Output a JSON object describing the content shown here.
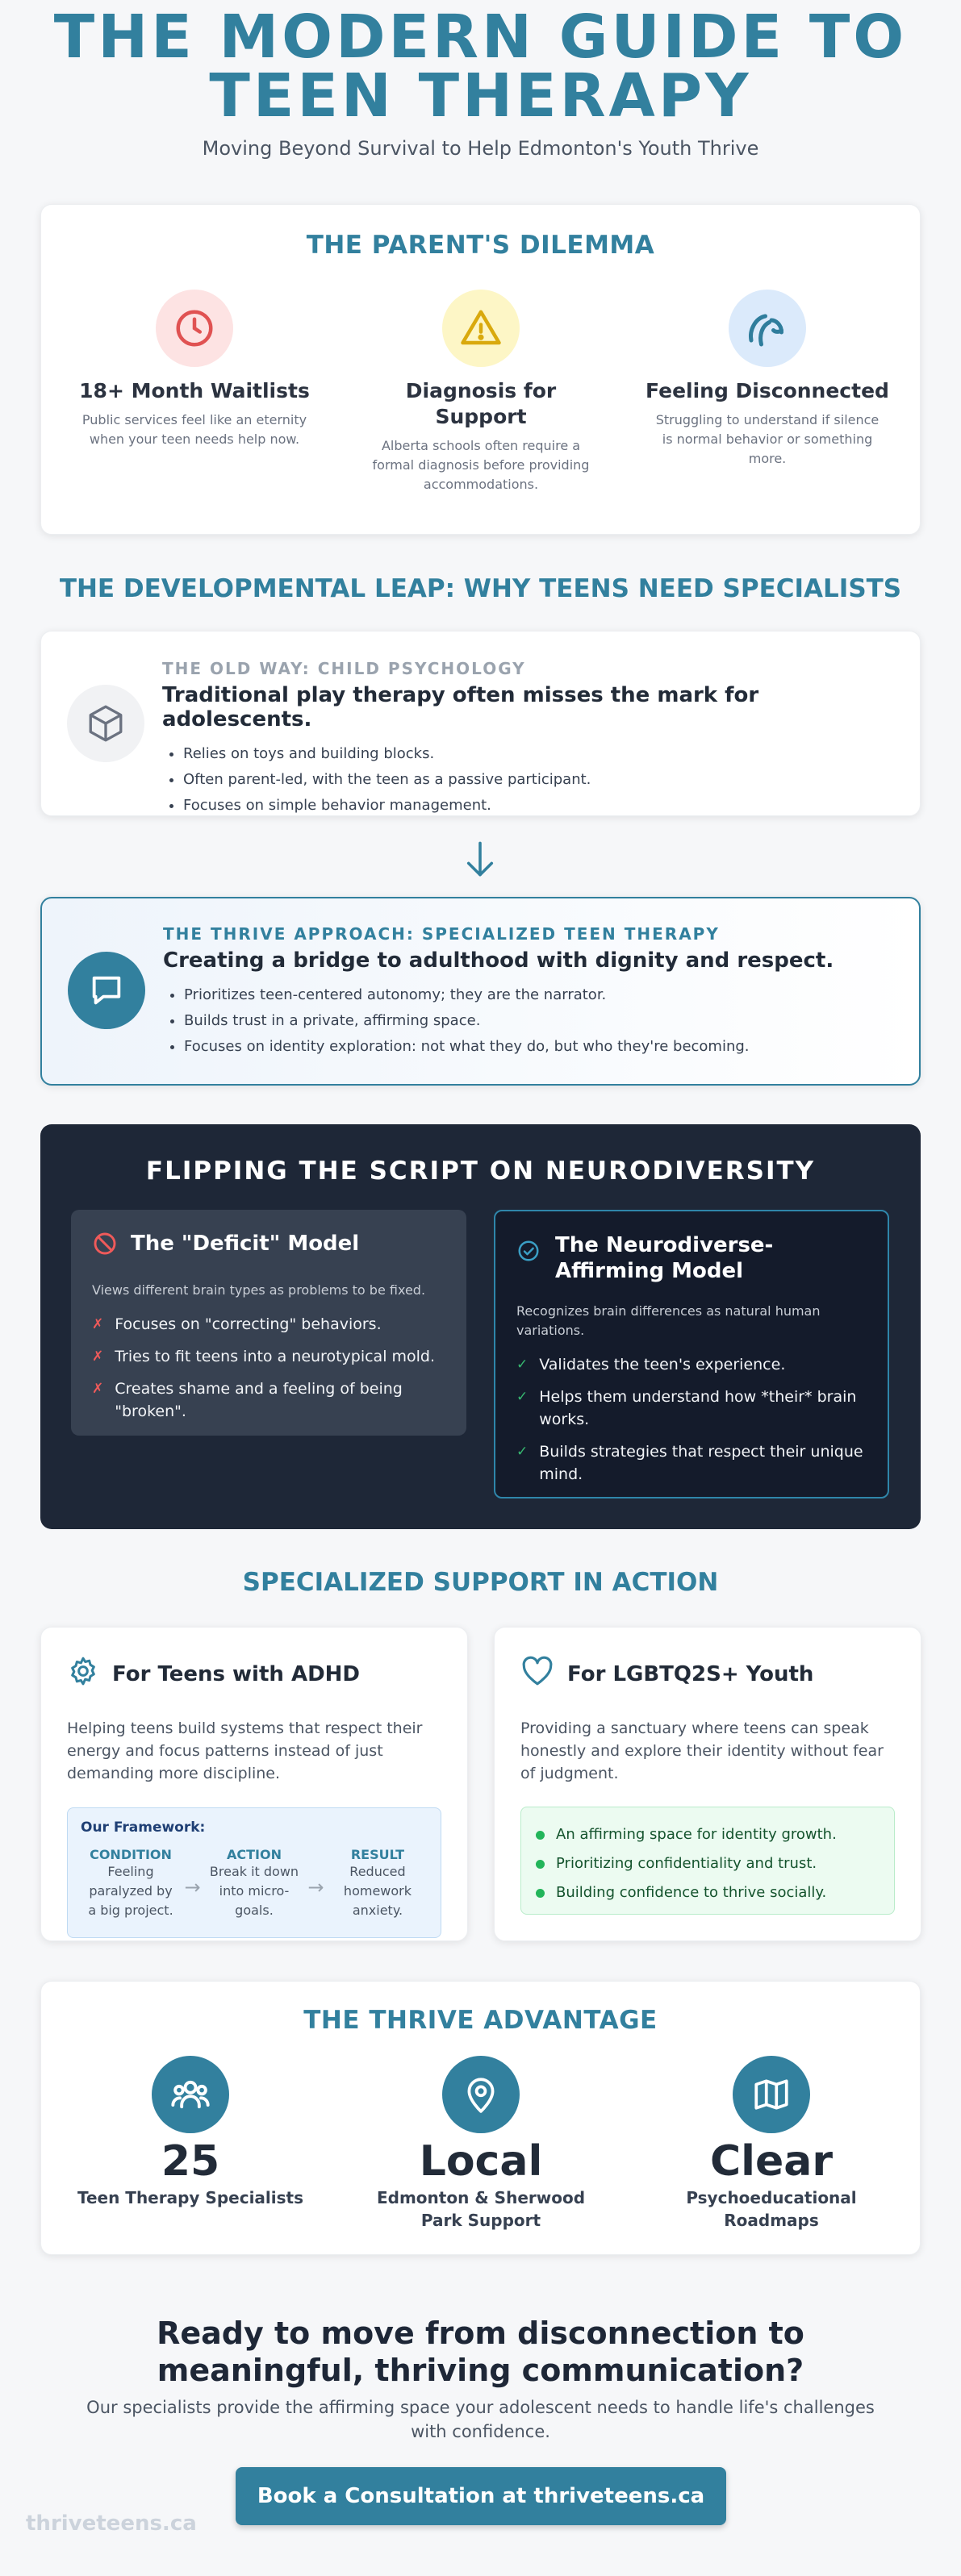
{
  "header": {
    "title_line1": "THE MODERN GUIDE TO",
    "title_line2": "TEEN THERAPY",
    "subtitle": "Moving Beyond Survival to Help Edmonton's Youth Thrive"
  },
  "dilemma": {
    "heading": "THE PARENT'S DILEMMA",
    "items": [
      {
        "icon": "clock-icon",
        "title": "18+ Month Waitlists",
        "text": "Public services feel like an eternity when your teen needs help now.",
        "color": "#e05252",
        "bg": "#fde3e3"
      },
      {
        "icon": "warning-icon",
        "title": "Diagnosis for Support",
        "text": "Alberta schools often require a formal diagnosis before providing accommodations.",
        "color": "#d9a90d",
        "bg": "#fdf6c6"
      },
      {
        "icon": "broken-connection-icon",
        "title": "Feeling Disconnected",
        "text": "Struggling to understand if silence is normal behavior or something more.",
        "color": "#2f7d9c",
        "bg": "#dbeafb"
      }
    ]
  },
  "developmental": {
    "heading": "THE DEVELOPMENTAL LEAP: WHY TEENS NEED SPECIALISTS",
    "old": {
      "eyebrow": "THE OLD WAY: CHILD PSYCHOLOGY",
      "title": "Traditional play therapy often misses the mark for adolescents.",
      "bullets": [
        "Relies on toys and building blocks.",
        "Often parent-led, with the teen as a passive participant.",
        "Focuses on simple behavior management."
      ]
    },
    "new": {
      "eyebrow": "THE THRIVE APPROACH: SPECIALIZED TEEN THERAPY",
      "title": "Creating a bridge to adulthood with dignity and respect.",
      "bullets": [
        "Prioritizes teen-centered autonomy; they are the narrator.",
        "Builds trust in a private, affirming space.",
        "Focuses on identity exploration: not what they do, but who they're becoming."
      ]
    }
  },
  "neuro": {
    "heading": "FLIPPING THE SCRIPT ON NEURODIVERSITY",
    "deficit": {
      "title": "The \"Deficit\" Model",
      "text": "Views different brain types as problems to be fixed.",
      "items": [
        "Focuses on \"correcting\" behaviors.",
        "Tries to fit teens into a neurotypical mold.",
        "Creates shame and a feeling of being \"broken\"."
      ]
    },
    "affirming": {
      "title": "The Neurodiverse-Affirming Model",
      "text": "Recognizes brain differences as natural human variations.",
      "items": [
        "Validates the teen's experience.",
        "Helps them understand how *their* brain works.",
        "Builds strategies that respect their unique mind."
      ]
    },
    "cross": "✗",
    "check": "✓"
  },
  "support": {
    "heading": "SPECIALIZED SUPPORT IN ACTION",
    "adhd": {
      "title": "For Teens with ADHD",
      "text": "Helping teens build systems that respect their energy and focus patterns instead of just demanding more discipline.",
      "framework_label": "Our Framework:",
      "steps": [
        {
          "label": "CONDITION",
          "text": "Feeling paralyzed by a big project."
        },
        {
          "label": "ACTION",
          "text": "Break it down into micro-goals."
        },
        {
          "label": "RESULT",
          "text": "Reduced homework anxiety."
        }
      ],
      "arrow": "→"
    },
    "lgbtq": {
      "title": "For LGBTQ2S+ Youth",
      "text": "Providing a sanctuary where teens can speak honestly and explore their identity without fear of judgment.",
      "items": [
        "An affirming space for identity growth.",
        "Prioritizing confidentiality and trust.",
        "Building confidence to thrive socially."
      ]
    }
  },
  "advantage": {
    "heading": "THE THRIVE ADVANTAGE",
    "items": [
      {
        "icon": "team-icon",
        "value": "25",
        "label": "Teen Therapy Specialists"
      },
      {
        "icon": "location-pin-icon",
        "value": "Local",
        "label": "Edmonton & Sherwood Park Support"
      },
      {
        "icon": "map-icon",
        "value": "Clear",
        "label": "Psychoeducational Roadmaps"
      }
    ]
  },
  "cta": {
    "heading": "Ready to move from disconnection to meaningful, thriving communication?",
    "text": "Our specialists provide the affirming space your adolescent needs to handle life's challenges with confidence.",
    "button": "Book a Consultation at thriveteens.ca"
  },
  "footer": {
    "brand": "thriveteens.ca"
  },
  "colors": {
    "accent": "#32809e",
    "dark": "#1e2737",
    "danger": "#e05252",
    "success": "#22b55a"
  }
}
